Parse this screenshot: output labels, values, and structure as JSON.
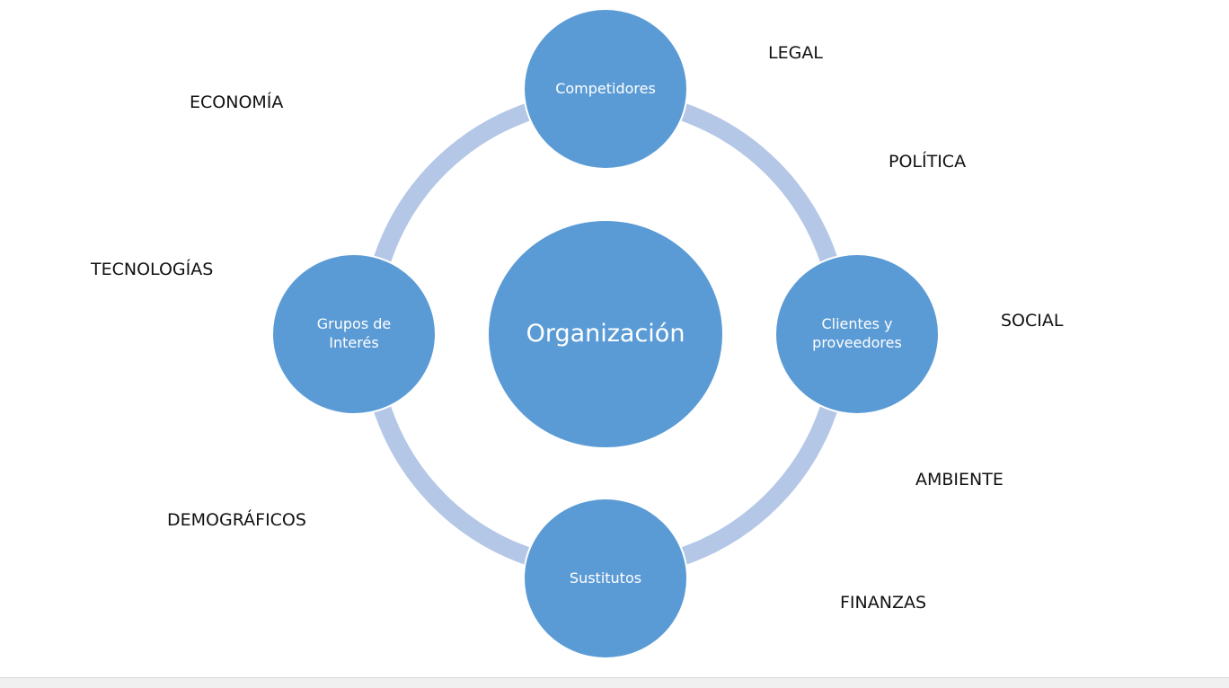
{
  "colors": {
    "node_fill": "#5b9bd5",
    "ring": "#b4c7e7",
    "node_text": "#ffffff",
    "factor_text": "#111111"
  },
  "diagram": {
    "center": {
      "label": "Organización"
    },
    "nodes": {
      "top": {
        "label": "Competidores"
      },
      "right": {
        "label": "Clientes y proveedores"
      },
      "bottom": {
        "label": "Sustitutos"
      },
      "left": {
        "label": "Grupos de Interés"
      }
    },
    "factors": [
      "ECONOMÍA",
      "TECNOLOGÍAS",
      "DEMOGRÁFICOS",
      "LEGAL",
      "POLÍTICA",
      "SOCIAL",
      "AMBIENTE",
      "FINANZAS"
    ]
  }
}
